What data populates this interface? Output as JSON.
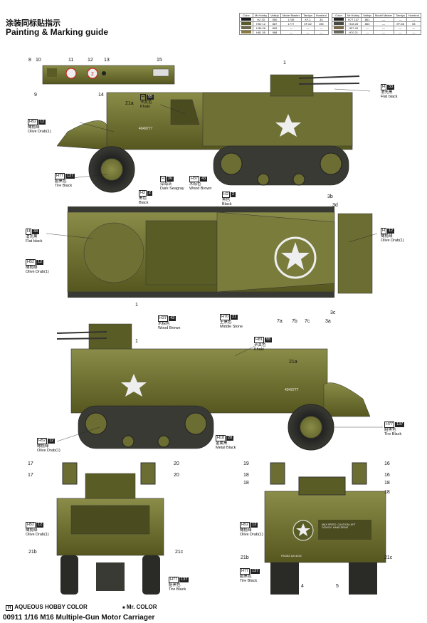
{
  "header": {
    "title_cn": "涂装同标贴指示",
    "title_en": "Painting & Marking guide"
  },
  "color_table": {
    "headers": [
      "Color",
      "Mr.Hobby",
      "Vallejo",
      "Model Master",
      "Tamiya",
      "Humbrol"
    ],
    "rows_left": [
      {
        "color": "#1a1a1a",
        "h": "H2",
        "n": "33",
        "vallejo": "950",
        "mm": "1749",
        "tamiya": "XF-1",
        "humbrol": "33"
      },
      {
        "color": "#5a5a2a",
        "h": "H52",
        "n": "12",
        "vallejo": "887",
        "mm": "1777",
        "tamiya": "XF-62",
        "humbrol": "155"
      },
      {
        "color": "#6b6a4a",
        "h": "H36",
        "n": "26",
        "vallejo": "899",
        "mm": "—",
        "tamiya": "—",
        "humbrol": "—"
      },
      {
        "color": "#8a7a40",
        "h": "H81",
        "n": "55",
        "vallejo": "988",
        "mm": "—",
        "tamiya": "—",
        "humbrol": "—"
      }
    ],
    "rows_right": [
      {
        "color": "#222",
        "h": "H77",
        "n": "137",
        "vallejo": "861",
        "mm": "—",
        "tamiya": "—",
        "humbrol": "—"
      },
      {
        "color": "#4a4a44",
        "h": "H18",
        "n": "28",
        "vallejo": "863",
        "mm": "—",
        "tamiya": "XF-56",
        "humbrol": "53"
      },
      {
        "color": "#7a6a4a",
        "h": "H37",
        "n": "43",
        "vallejo": "—",
        "mm": "—",
        "tamiya": "—",
        "humbrol": "—"
      },
      {
        "color": "#6a6a60",
        "h": "H70",
        "n": "21",
        "vallejo": "—",
        "mm": "—",
        "tamiya": "—",
        "humbrol": "—"
      }
    ]
  },
  "callouts": {
    "c1": {
      "h": "H",
      "n": "33",
      "cn": "消光黑",
      "en": "Flat black"
    },
    "c2": {
      "h": "H",
      "n": "55",
      "cn": "卡其色",
      "en": "Khaki"
    },
    "c3": {
      "h": "H52",
      "n": "12",
      "cn": "橄榄绿",
      "en": "Olive Drab(1)"
    },
    "c4": {
      "h": "H77",
      "n": "137",
      "cn": "胎黑色",
      "en": "Tire Black"
    },
    "c5": {
      "h": "H",
      "n": "26",
      "cn": "深海灰",
      "en": "Dark Seagray"
    },
    "c6": {
      "h": "H37",
      "n": "43",
      "cn": "木棕色",
      "en": "Wood Brown"
    },
    "c7": {
      "h": "H2",
      "n": "2",
      "cn": "黑色",
      "en": "Black"
    },
    "c8": {
      "h": "H2",
      "n": "2",
      "cn": "黑色",
      "en": "Black"
    },
    "c9": {
      "h": "H52",
      "n": "12",
      "cn": "橄榄绿",
      "en": "Olive Drab(1)"
    },
    "c10": {
      "h": "H",
      "n": "33",
      "cn": "消光黑",
      "en": "Flat black"
    },
    "c11": {
      "h": "H",
      "n": "12",
      "cn": "橄榄绿",
      "en": "Olive Drab(1)"
    },
    "c12": {
      "h": "H37",
      "n": "43",
      "cn": "木棕色",
      "en": "Wood Brown"
    },
    "c13": {
      "h": "H70",
      "n": "21",
      "cn": "土黑色",
      "en": "Middle Stone"
    },
    "c14": {
      "h": "H81",
      "n": "55",
      "cn": "卡其色",
      "en": "Khaki"
    },
    "c15": {
      "h": "H52",
      "n": "12",
      "cn": "橄榄绿",
      "en": "Olive Drab(1)"
    },
    "c16": {
      "h": "H18",
      "n": "28",
      "cn": "金属黑",
      "en": "Metal Black"
    },
    "c17": {
      "h": "H77",
      "n": "137",
      "cn": "胎黑色",
      "en": "Tire Black"
    },
    "c18": {
      "h": "H52",
      "n": "12",
      "cn": "橄榄绿",
      "en": "Olive Drab(1)"
    },
    "c19": {
      "h": "H77",
      "n": "137",
      "cn": "胎黑色",
      "en": "Tire Black"
    },
    "c20": {
      "h": "H52",
      "n": "12",
      "cn": "橄榄绿",
      "en": "Olive Drab(1)"
    },
    "c21": {
      "h": "H77",
      "n": "137",
      "cn": "胎黑色",
      "en": "Tire Black"
    }
  },
  "part_numbers": {
    "p8": "8",
    "p10": "10",
    "p11": "11",
    "p12": "12",
    "p13": "13",
    "p15": "15",
    "p9": "9",
    "p14": "14",
    "p1a": "1",
    "p21a": "21a",
    "p3b": "3b",
    "p3d": "3d",
    "p1b": "1",
    "p3c": "3c",
    "p3a": "3a",
    "p7a": "7a",
    "p7b": "7b",
    "p7c": "7c",
    "p1c": "1",
    "p21a2": "21a",
    "p17a": "17",
    "p17b": "17",
    "p20a": "20",
    "p20b": "20",
    "p21b": "21b",
    "p21c": "21c",
    "p19": "19",
    "p18a": "18",
    "p18b": "18",
    "p16a": "16",
    "p16b": "16",
    "p18c": "18",
    "p18d": "18",
    "p21b2": "21b",
    "p21c2": "21c",
    "p4": "4",
    "p5": "5"
  },
  "vehicle_markings": {
    "serial": "4049777",
    "rear_plate": "PAG8Z AA  4042",
    "rear_text": "MAX SPEED  CAUTION LEFT\nCONVOI  HAND DRIVE"
  },
  "legend": {
    "h_box": "H",
    "aqueous": "AQUEOUS HOBBY COLOR",
    "mr_box": "■",
    "mr": "Mr. COLOR"
  },
  "footer": {
    "product": "00911 1/16 M16 Multiple-Gun Motor Carriager"
  },
  "colors": {
    "olive": "#6b6d32",
    "olive_dark": "#4d4f22",
    "olive_light": "#8a8c48",
    "tire": "#2a2a26",
    "khaki": "#8f8650"
  }
}
